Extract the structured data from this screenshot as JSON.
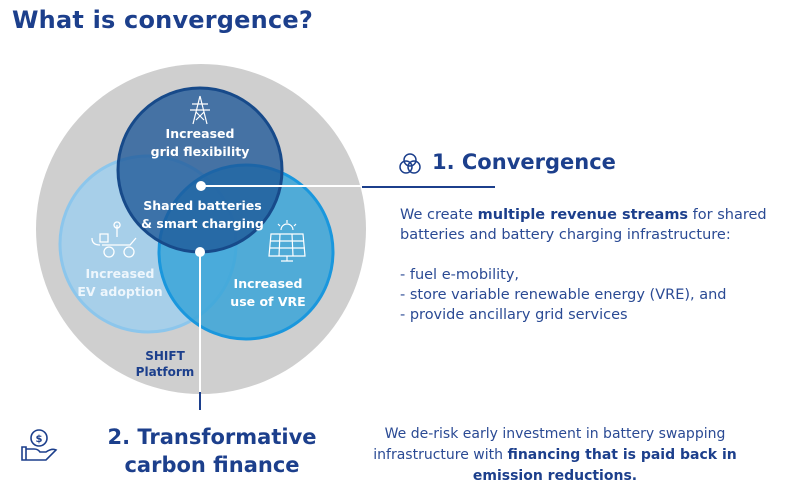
{
  "title": "What is convergence?",
  "venn": {
    "grid": "Increased grid flexibility",
    "grid_l1": "Increased",
    "grid_l2": "grid flexibility",
    "center_l1": "Shared batteries",
    "center_l2": "& smart charging",
    "ev_l1": "Increased",
    "ev_l2": "EV adoption",
    "vre_l1": "Increased",
    "vre_l2": "use of VRE",
    "platform_l1": "SHIFT",
    "platform_l2": "Platform"
  },
  "convergence": {
    "title": "1. Convergence",
    "desc_pre": "We create ",
    "desc_bold": "multiple revenue streams",
    "desc_post": " for shared batteries and battery charging infrastructure:",
    "bullets": [
      "-  fuel e-mobility,",
      "-  store variable renewable energy (VRE), and",
      "-  provide ancillary grid services"
    ]
  },
  "finance": {
    "title_l1": "2. Transformative",
    "title_l2": "carbon finance",
    "desc_pre": "We de-risk early investment in battery swapping infrastructure with ",
    "desc_bold": "financing that is paid back in emission reductions."
  },
  "colors": {
    "navy": "#1c3f8c",
    "gray": "#cfcfcf",
    "dark": "#1f5a96",
    "light": "#9ccbe9",
    "mid": "#35a3da"
  }
}
